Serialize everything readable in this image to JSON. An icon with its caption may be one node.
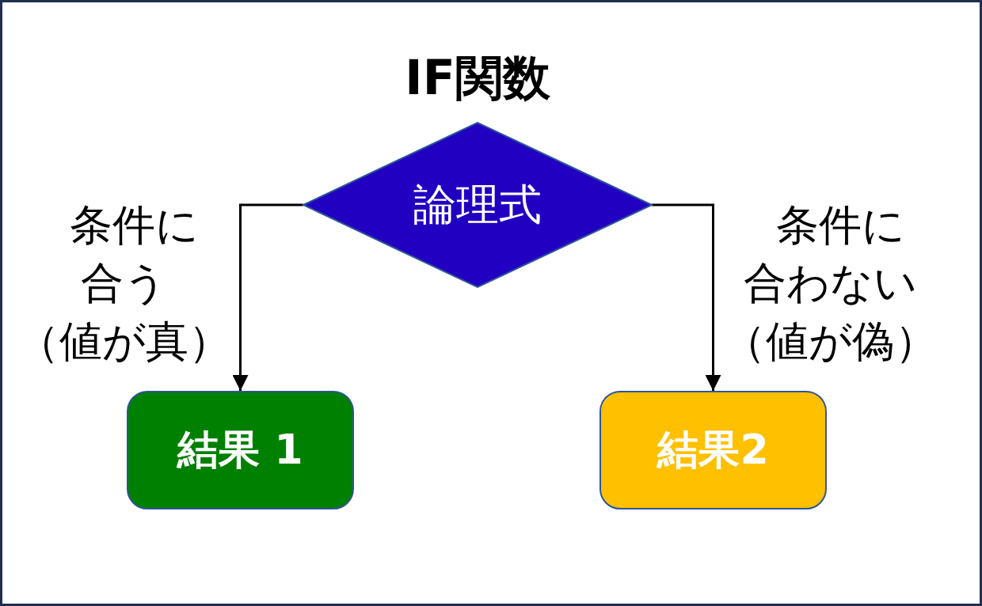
{
  "diagram": {
    "title": "IF関数",
    "nodes": [
      {
        "text": [
          "論理式"
        ]
      },
      {
        "text": [
          "結果 1"
        ]
      },
      {
        "text": [
          "結果2"
        ]
      }
    ],
    "edges": [
      {
        "from": 0,
        "to": 1,
        "arrow": "to",
        "label": "条件に合う（値が真）"
      },
      {
        "from": 0,
        "to": 2,
        "arrow": "to",
        "label": "条件に合わない（値が偽）"
      }
    ]
  }
}
